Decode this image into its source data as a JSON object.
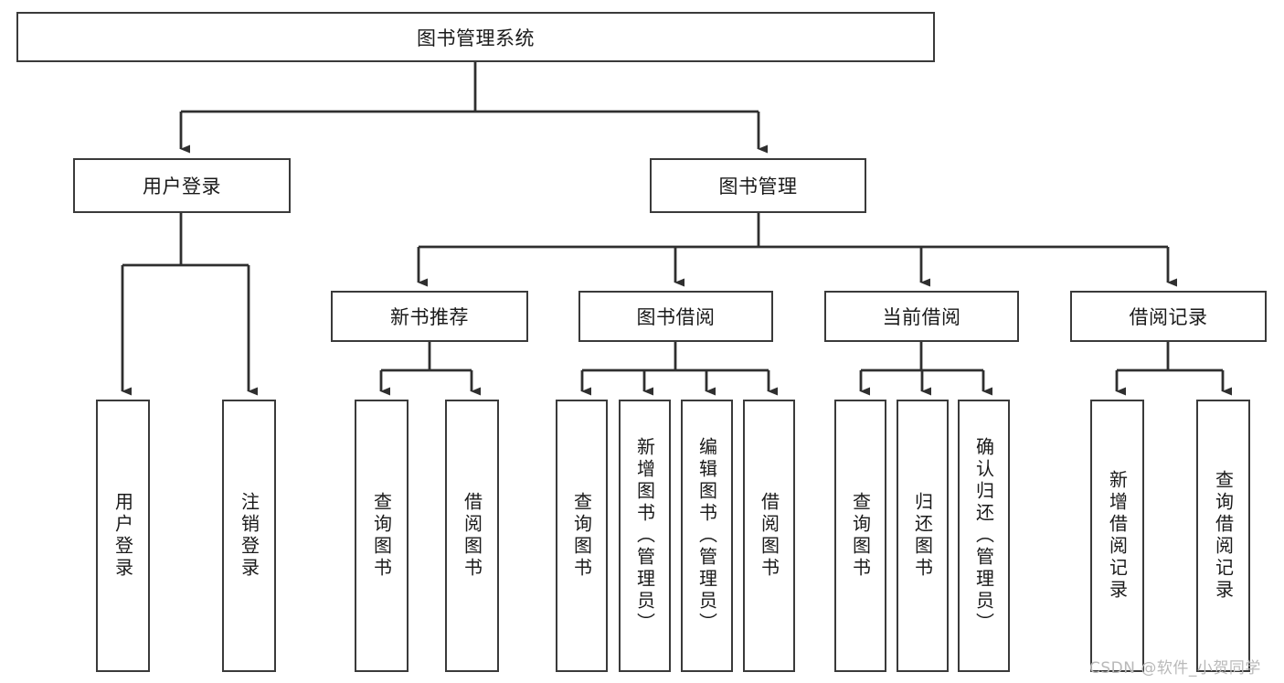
{
  "diagram": {
    "title": "图书管理系统",
    "type": "tree-hierarchy",
    "root": "图书管理系统",
    "levels": {
      "level1": [
        "图书管理系统"
      ],
      "level2": [
        "用户登录",
        "图书管理"
      ],
      "level3": [
        "新书推荐",
        "图书借阅",
        "当前借阅",
        "借阅记录"
      ],
      "level4": [
        "用户登录",
        "注销登录",
        "查询图书",
        "借阅图书",
        "查询图书",
        "新增图书（管理员）",
        "编辑图书（管理员）",
        "借阅图书",
        "查询图书",
        "归还图书",
        "确认归还（管理员）",
        "新增借阅记录",
        "查询借阅记录"
      ]
    },
    "nodes": {
      "root": {
        "label": "图书管理系统"
      },
      "user_login": {
        "label": "用户登录"
      },
      "book_mgmt": {
        "label": "图书管理"
      },
      "new_book_rec": {
        "label": "新书推荐"
      },
      "book_borrow": {
        "label": "图书借阅"
      },
      "current_borrow": {
        "label": "当前借阅"
      },
      "borrow_record": {
        "label": "借阅记录"
      },
      "leaf_user_login": {
        "label": "用户登录"
      },
      "leaf_logout": {
        "label": "注销登录"
      },
      "leaf_query_book_1": {
        "label": "查询图书"
      },
      "leaf_borrow_book_1": {
        "label": "借阅图书"
      },
      "leaf_query_book_2": {
        "label": "查询图书"
      },
      "leaf_add_book": {
        "label": "新增图书（管理员）"
      },
      "leaf_edit_book": {
        "label": "编辑图书（管理员）"
      },
      "leaf_borrow_book_2": {
        "label": "借阅图书"
      },
      "leaf_query_book_3": {
        "label": "查询图书"
      },
      "leaf_return_book": {
        "label": "归还图书"
      },
      "leaf_confirm_return": {
        "label": "确认归还（管理员）"
      },
      "leaf_add_record": {
        "label": "新增借阅记录"
      },
      "leaf_query_record": {
        "label": "查询借阅记录"
      }
    },
    "colors": {
      "border": "#3a3a3a",
      "fill": "#ffffff",
      "text": "#1a1a1a",
      "watermark": "#b9b9b9"
    }
  },
  "watermark": {
    "text": "CSDN @软件_小贺同学"
  }
}
